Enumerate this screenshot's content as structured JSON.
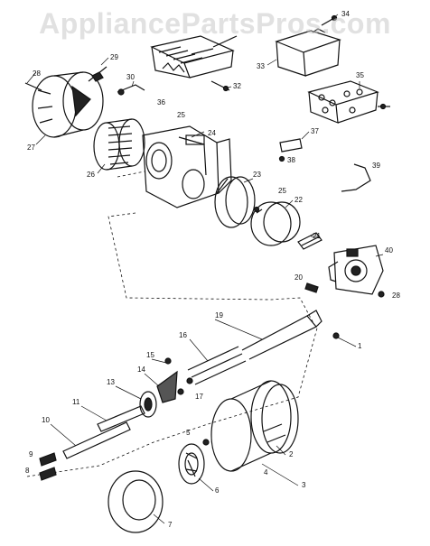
{
  "watermark": "AppliancePartsPros.com",
  "labels": {
    "p1": "1",
    "p2": "2",
    "p3": "3",
    "p4": "4",
    "p5": "5",
    "p6": "6",
    "p7": "7",
    "p8": "8",
    "p9": "9",
    "p10": "10",
    "p11": "11",
    "p13": "13",
    "p14": "14",
    "p15": "15",
    "p16": "16",
    "p17": "17",
    "p19": "19",
    "p20": "20",
    "p21": "21",
    "p22": "22",
    "p23": "23",
    "p24": "24",
    "p25": "25",
    "p26": "26",
    "p27": "27",
    "p28a": "28",
    "p28b": "28",
    "p29": "29",
    "p30": "30",
    "p32": "32",
    "p33": "33",
    "p34": "34",
    "p35": "35",
    "p36": "36",
    "p37": "37",
    "p38": "38",
    "p39": "39",
    "p40": "40"
  },
  "colors": {
    "ink": "#111111",
    "paper": "#ffffff",
    "watermark": "#c8c8c8"
  }
}
